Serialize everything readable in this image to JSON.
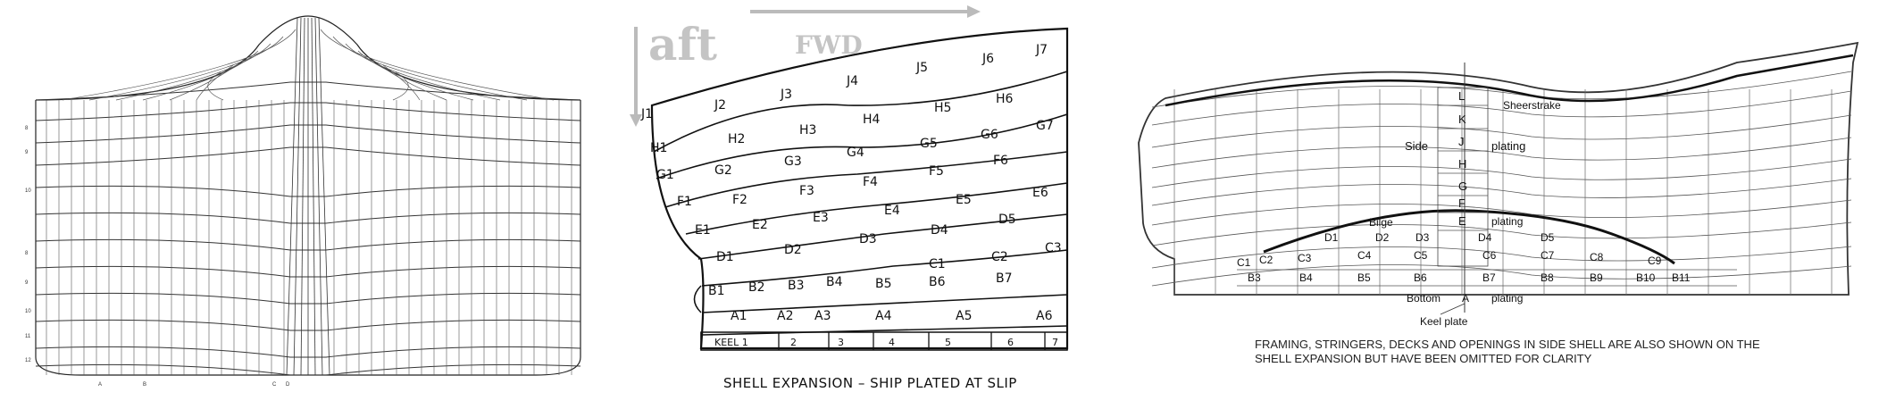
{
  "figure1": {
    "row_numbers": [
      "8",
      "9",
      "10",
      "8",
      "9",
      "10",
      "11",
      "12"
    ],
    "bottom_marks": [
      "A",
      "B",
      "C",
      "D"
    ]
  },
  "figure2": {
    "watermark_aft": "aft",
    "watermark_fwd": "FWD",
    "caption": "SHELL EXPANSION – SHIP PLATED AT SLIP",
    "plates": [
      {
        "id": "J1"
      },
      {
        "id": "J2"
      },
      {
        "id": "J3"
      },
      {
        "id": "J4"
      },
      {
        "id": "J5"
      },
      {
        "id": "J6"
      },
      {
        "id": "J7"
      },
      {
        "id": "H1"
      },
      {
        "id": "H2"
      },
      {
        "id": "H3"
      },
      {
        "id": "H4"
      },
      {
        "id": "H5"
      },
      {
        "id": "H6"
      },
      {
        "id": "G1"
      },
      {
        "id": "G2"
      },
      {
        "id": "G3"
      },
      {
        "id": "G4"
      },
      {
        "id": "G5"
      },
      {
        "id": "G6"
      },
      {
        "id": "G7"
      },
      {
        "id": "F1"
      },
      {
        "id": "F2"
      },
      {
        "id": "F3"
      },
      {
        "id": "F4"
      },
      {
        "id": "F5"
      },
      {
        "id": "F6"
      },
      {
        "id": "E1"
      },
      {
        "id": "E2"
      },
      {
        "id": "E3"
      },
      {
        "id": "E4"
      },
      {
        "id": "E5"
      },
      {
        "id": "E6"
      },
      {
        "id": "D1"
      },
      {
        "id": "D2"
      },
      {
        "id": "D3"
      },
      {
        "id": "D4"
      },
      {
        "id": "D5"
      },
      {
        "id": "C1"
      },
      {
        "id": "C2"
      },
      {
        "id": "C3"
      },
      {
        "id": "B1"
      },
      {
        "id": "B2"
      },
      {
        "id": "B3"
      },
      {
        "id": "B4"
      },
      {
        "id": "B5"
      },
      {
        "id": "B6"
      },
      {
        "id": "B7"
      },
      {
        "id": "A1"
      },
      {
        "id": "A2"
      },
      {
        "id": "A3"
      },
      {
        "id": "A4"
      },
      {
        "id": "A5"
      },
      {
        "id": "A6"
      }
    ],
    "keel": [
      "KEEL 1",
      "2",
      "3",
      "4",
      "5",
      "6",
      "7"
    ]
  },
  "figure3": {
    "strakes": [
      "L",
      "K",
      "J",
      "H",
      "G",
      "F",
      "E"
    ],
    "sheerstrake_label": "Sheerstrake",
    "side_label": "Side",
    "plating_label": "plating",
    "bilge_label": "Bilge",
    "D_row": [
      "D1",
      "D2",
      "D3",
      "D4",
      "D5"
    ],
    "C_row": [
      "C1",
      "C2",
      "C3",
      "C4",
      "C5",
      "C6",
      "C7",
      "C8",
      "C9"
    ],
    "B_row": [
      "B3",
      "B4",
      "B5",
      "B6",
      "B7",
      "B8",
      "B9",
      "B10",
      "B11"
    ],
    "bottom_label": "Bottom",
    "A_label": "A",
    "bottom_plating": "plating",
    "keel_plate": "Keel plate",
    "caption_lines": [
      "FRAMING, STRINGERS, DECKS AND OPENINGS IN SIDE SHELL ARE ALSO SHOWN ON THE",
      "SHELL EXPANSION BUT HAVE BEEN OMITTED FOR CLARITY"
    ]
  }
}
